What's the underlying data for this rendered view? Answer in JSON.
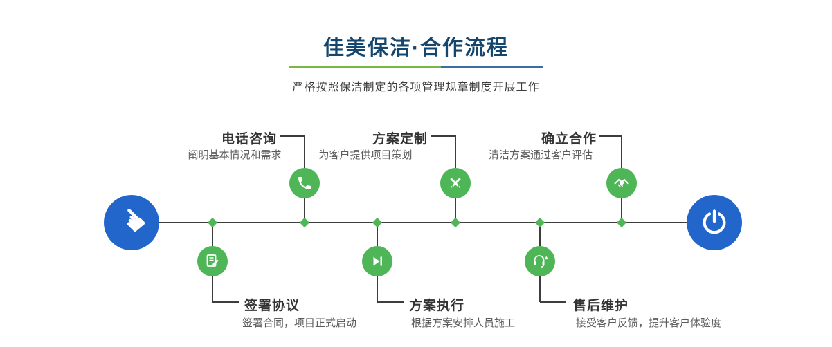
{
  "header": {
    "title": "佳美保洁·合作流程",
    "subtitle": "严格按照保洁制定的各项管理规章制度开展工作"
  },
  "colors": {
    "title_blue": "#15466e",
    "accent_green": "#4eb657",
    "accent_blue": "#2366cb",
    "line_dark": "#3d3d3d",
    "underline_green": "#7ab648",
    "underline_blue": "#3a6ea5"
  },
  "timeline": {
    "start": {
      "icon": "hand-pointer-icon",
      "glyph": "☚"
    },
    "end": {
      "icon": "power-icon"
    },
    "steps": [
      {
        "position": "top",
        "label": "电话咨询",
        "description": "阐明基本情况和需求",
        "icon": "phone-icon"
      },
      {
        "position": "top",
        "label": "方案定制",
        "description": "为客户提供项目策划",
        "icon": "design-icon"
      },
      {
        "position": "top",
        "label": "确立合作",
        "description": "清洁方案通过客户评估",
        "icon": "handshake-icon"
      },
      {
        "position": "bottom",
        "label": "签署协议",
        "description": "签署合同，项目正式启动",
        "icon": "contract-icon"
      },
      {
        "position": "bottom",
        "label": "方案执行",
        "description": "根据方案安排人员施工",
        "icon": "play-icon"
      },
      {
        "position": "bottom",
        "label": "售后维护",
        "description": "接受客户反馈，提升客户体验度",
        "icon": "headset-icon"
      }
    ]
  }
}
